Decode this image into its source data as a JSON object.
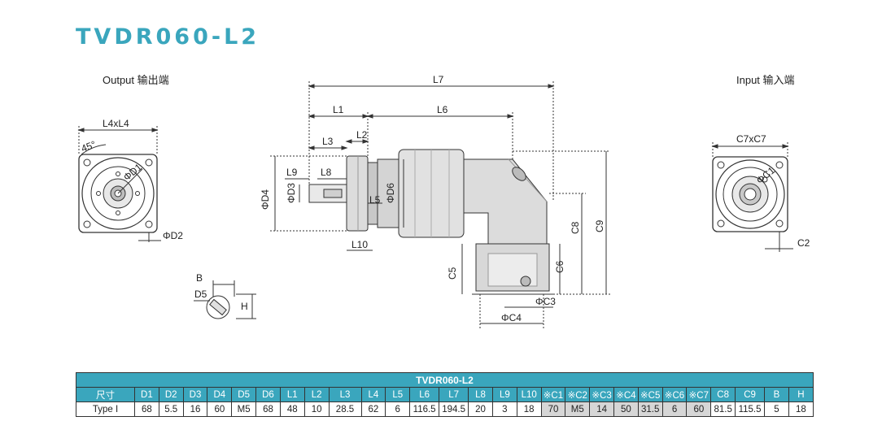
{
  "title": "TVDR060-L2",
  "labels": {
    "output": "Output  输出端",
    "input": "Input   输入端"
  },
  "dims": {
    "L7": "L7",
    "L1": "L1",
    "L6": "L6",
    "L3": "L3",
    "L2": "L2",
    "L9": "L9",
    "L8": "L8",
    "L5": "L5",
    "L10": "L10",
    "D4": "ΦD4",
    "D3": "ΦD3",
    "D6": "ΦD6",
    "D1": "ΦD1",
    "D2": "ΦD2",
    "L4xL4": "L4xL4",
    "angle": "45°",
    "C7xC7": "C7xC7",
    "C1": "ΦC1",
    "C2": "C2",
    "C5": "C5",
    "C6": "C6",
    "C8": "C8",
    "C9": "C9",
    "C3": "ΦC3",
    "C4": "ΦC4",
    "B": "B",
    "D5": "D5",
    "H": "H"
  },
  "table": {
    "title": "TVDR060-L2",
    "headers": [
      "尺寸",
      "D1",
      "D2",
      "D3",
      "D4",
      "D5",
      "D6",
      "L1",
      "L2",
      "L3",
      "L4",
      "L5",
      "L6",
      "L7",
      "L8",
      "L9",
      "L10",
      "※C1",
      "※C2",
      "※C3",
      "※C4",
      "※C5",
      "※C6",
      "※C7",
      "C8",
      "C9",
      "B",
      "H"
    ],
    "rows": [
      [
        "Type I",
        "68",
        "5.5",
        "16",
        "60",
        "M5",
        "68",
        "48",
        "10",
        "28.5",
        "62",
        "6",
        "116.5",
        "194.5",
        "20",
        "3",
        "18",
        "70",
        "M5",
        "14",
        "50",
        "31.5",
        "6",
        "60",
        "81.5",
        "115.5",
        "5",
        "18"
      ]
    ],
    "shaded_columns": [
      17,
      18,
      19,
      20,
      21,
      22,
      23
    ]
  },
  "colors": {
    "accent": "#3aa6bd"
  }
}
